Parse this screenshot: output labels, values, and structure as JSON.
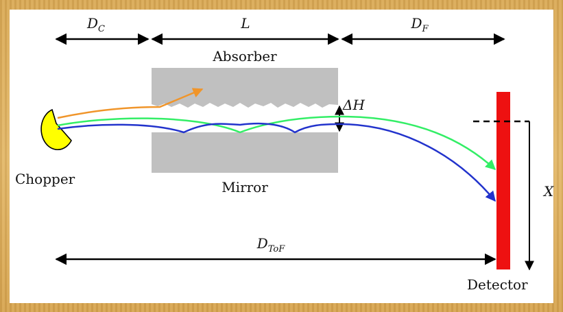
{
  "labels": {
    "dc": {
      "main": "D",
      "sub": "C"
    },
    "l": "L",
    "df": {
      "main": "D",
      "sub": "F"
    },
    "absorber": "Absorber",
    "delta_h": "ΔH",
    "chopper": "Chopper",
    "mirror": "Mirror",
    "x": "X",
    "dtof": {
      "main": "D",
      "sub": "ToF"
    },
    "detector": "Detector"
  },
  "colors": {
    "absorber": "#c0c0c0",
    "mirror": "#c0c0c0",
    "chopper": "#ffff00",
    "trajectory_orange": "#f0952a",
    "trajectory_green": "#33ee66",
    "trajectory_blue": "#2233cc",
    "detector": "#ee1111"
  }
}
